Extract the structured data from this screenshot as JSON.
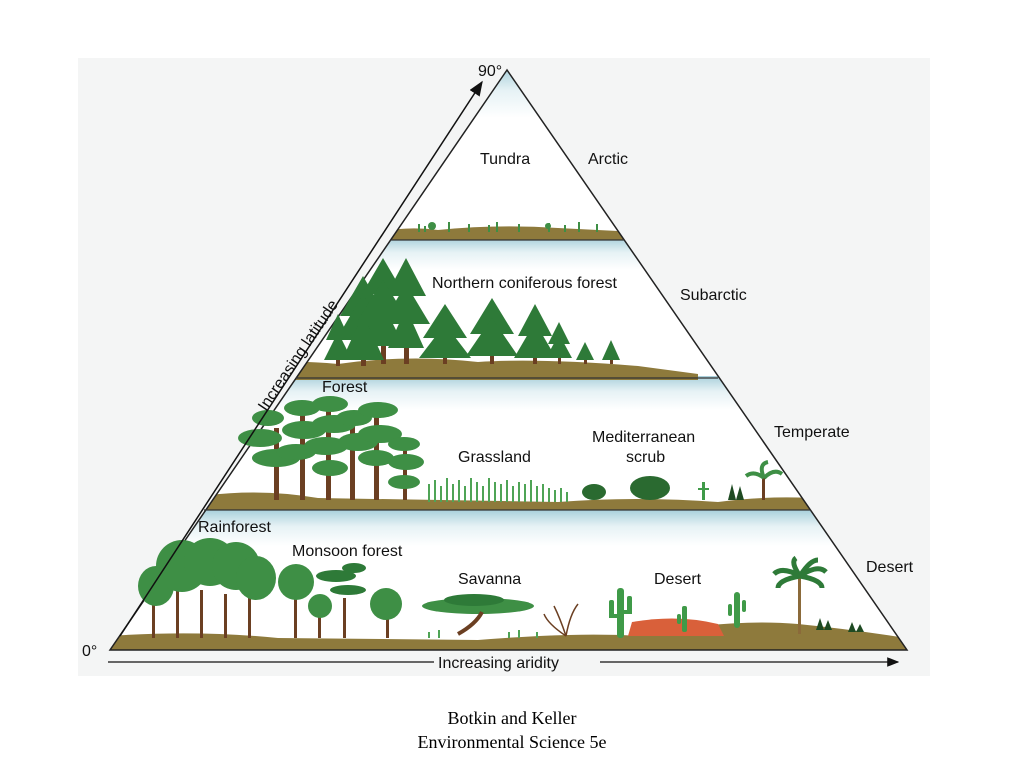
{
  "labels": {
    "top_angle": "90°",
    "bottom_angle": "0°",
    "tundra": "Tundra",
    "arctic": "Arctic",
    "northern_coniferous_forest": "Northern coniferous forest",
    "subarctic": "Subarctic",
    "forest": "Forest",
    "grassland": "Grassland",
    "mediterranean_1": "Mediterranean",
    "mediterranean_2": "scrub",
    "temperate": "Temperate",
    "rainforest": "Rainforest",
    "monsoon_forest": "Monsoon forest",
    "savanna": "Savanna",
    "desert_biome": "Desert",
    "desert_zone": "Desert",
    "increasing_latitude": "Increasing latitude",
    "increasing_aridity": "Increasing aridity"
  },
  "caption": {
    "line1": "Botkin and Keller",
    "line2": "Environmental Science 5e"
  },
  "colors": {
    "panel_bg": "#f4f5f5",
    "sky": "#b8d9e2",
    "ground": "#8e7a3c",
    "tree_green": "#3e8f45",
    "tree_dark": "#1e5a26",
    "trunk": "#6b3f22",
    "cactus": "#3f9a48",
    "rock": "#d9603a"
  }
}
